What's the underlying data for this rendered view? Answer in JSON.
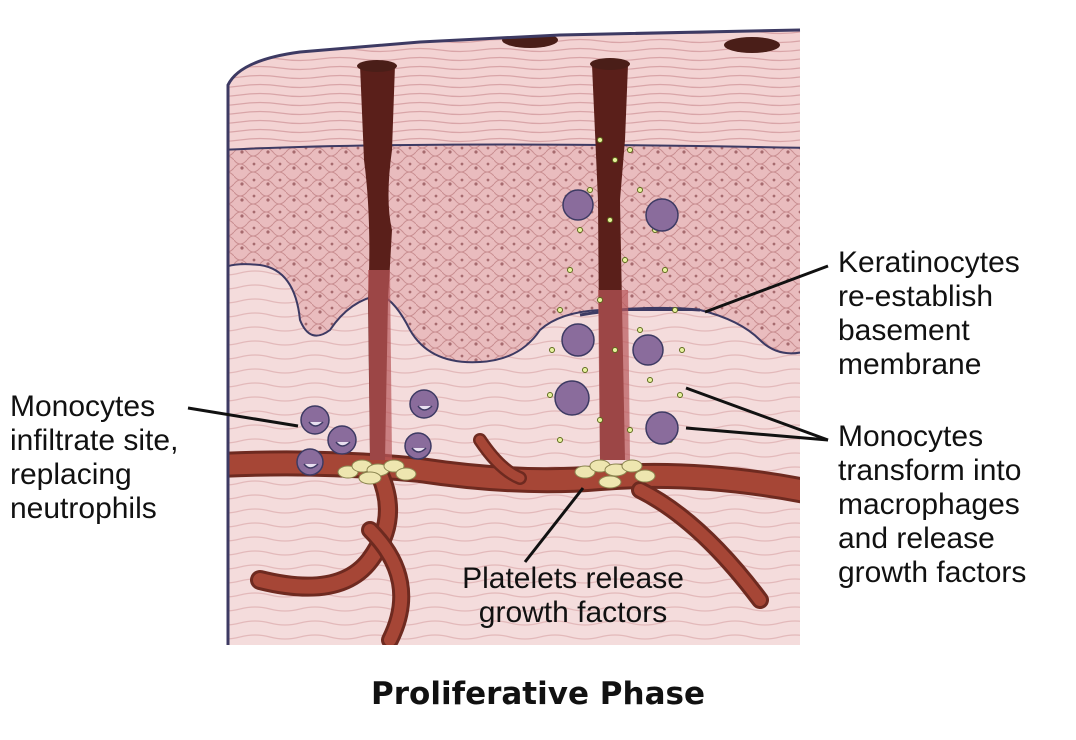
{
  "figure": {
    "title": "Proliferative Phase",
    "labels": {
      "monocytes_infiltrate": [
        "Monocytes",
        "infiltrate site,",
        "replacing",
        "neutrophils"
      ],
      "keratinocytes": [
        "Keratinocytes",
        "re-establish",
        "basement",
        "membrane"
      ],
      "monocytes_transform": [
        "Monocytes",
        "transform into",
        "macrophages",
        "and release",
        "growth factors"
      ],
      "platelets": [
        "Platelets release",
        "growth factors"
      ]
    }
  },
  "colors": {
    "outline": "#3d3a63",
    "epidermis_top": "#f2d6d6",
    "epidermis_cells": "#e8b9bb",
    "dermis": "#f3dada",
    "vessel": "#a64636",
    "wound": "#5a1f1a",
    "monocyte": "#8a6c9c",
    "platelet": "#eee6b0"
  }
}
